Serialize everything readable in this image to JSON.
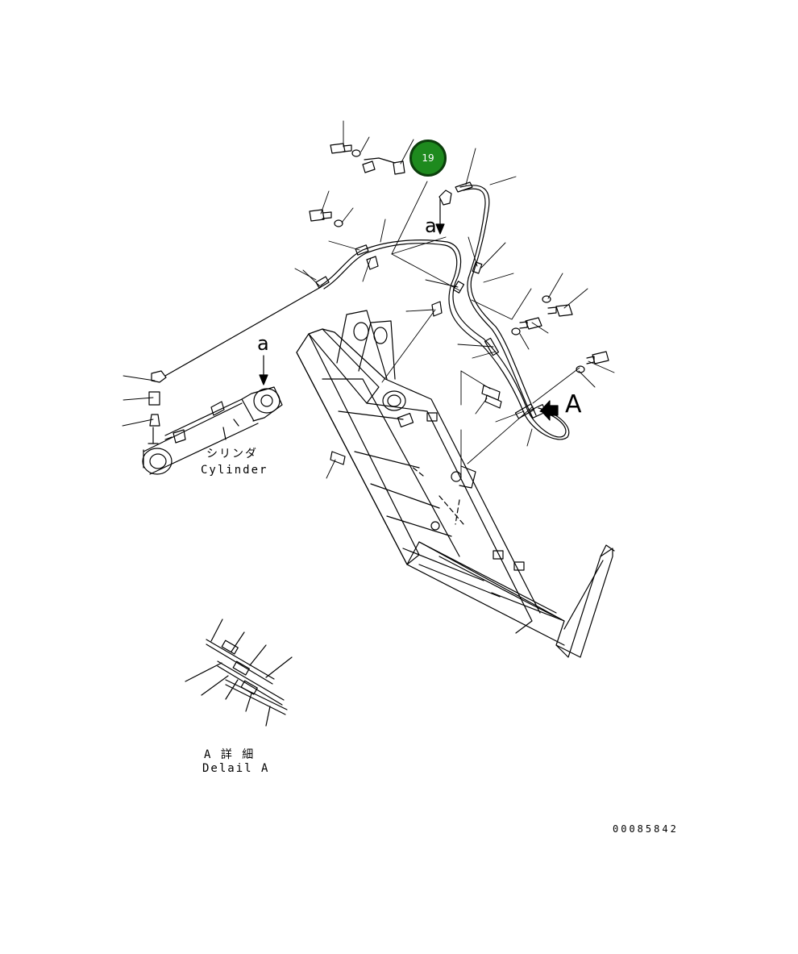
{
  "diagram": {
    "callout_number": "19",
    "cylinder_label_jp": "シリンダ",
    "cylinder_label_en": "Cylinder",
    "detail_label_jp": "A 詳 細",
    "detail_label_en": "Delail A",
    "view_arrow_label": "A",
    "detail_marker_top": "a",
    "detail_marker_cyl": "a",
    "drawing_number": "00085842"
  },
  "colors": {
    "callout_fill": "#1e8a1e",
    "line": "#000000",
    "background": "#ffffff"
  }
}
